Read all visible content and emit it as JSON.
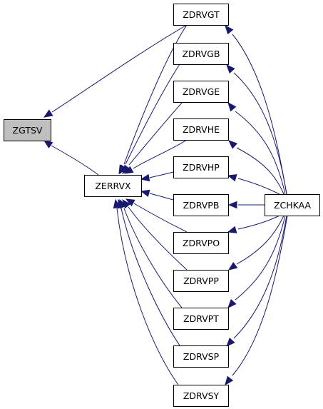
{
  "nodes": [
    {
      "id": "ZGTSV",
      "label": "ZGTSV",
      "highlighted": true
    },
    {
      "id": "ZERRVX",
      "label": "ZERRVX",
      "highlighted": false
    },
    {
      "id": "ZDRVGT",
      "label": "ZDRVGT",
      "highlighted": false
    },
    {
      "id": "ZDRVGB",
      "label": "ZDRVGB",
      "highlighted": false
    },
    {
      "id": "ZDRVGE",
      "label": "ZDRVGE",
      "highlighted": false
    },
    {
      "id": "ZDRVHE",
      "label": "ZDRVHE",
      "highlighted": false
    },
    {
      "id": "ZDRVHP",
      "label": "ZDRVHP",
      "highlighted": false
    },
    {
      "id": "ZDRVPB",
      "label": "ZDRVPB",
      "highlighted": false
    },
    {
      "id": "ZDRVPO",
      "label": "ZDRVPO",
      "highlighted": false
    },
    {
      "id": "ZDRVPP",
      "label": "ZDRVPP",
      "highlighted": false
    },
    {
      "id": "ZDRVPT",
      "label": "ZDRVPT",
      "highlighted": false
    },
    {
      "id": "ZDRVSP",
      "label": "ZDRVSP",
      "highlighted": false
    },
    {
      "id": "ZDRVSY",
      "label": "ZDRVSY",
      "highlighted": false
    },
    {
      "id": "ZCHKAA",
      "label": "ZCHKAA",
      "highlighted": false
    }
  ],
  "edges": [
    {
      "from": "ZDRVGT",
      "to": "ZGTSV"
    },
    {
      "from": "ZERRVX",
      "to": "ZGTSV"
    },
    {
      "from": "ZDRVGT",
      "to": "ZERRVX"
    },
    {
      "from": "ZDRVGB",
      "to": "ZERRVX"
    },
    {
      "from": "ZDRVGE",
      "to": "ZERRVX"
    },
    {
      "from": "ZDRVHE",
      "to": "ZERRVX"
    },
    {
      "from": "ZDRVHP",
      "to": "ZERRVX"
    },
    {
      "from": "ZDRVPB",
      "to": "ZERRVX"
    },
    {
      "from": "ZDRVPO",
      "to": "ZERRVX"
    },
    {
      "from": "ZDRVPP",
      "to": "ZERRVX"
    },
    {
      "from": "ZDRVPT",
      "to": "ZERRVX"
    },
    {
      "from": "ZDRVSP",
      "to": "ZERRVX"
    },
    {
      "from": "ZDRVSY",
      "to": "ZERRVX"
    },
    {
      "from": "ZCHKAA",
      "to": "ZDRVGT"
    },
    {
      "from": "ZCHKAA",
      "to": "ZDRVGB"
    },
    {
      "from": "ZCHKAA",
      "to": "ZDRVGE"
    },
    {
      "from": "ZCHKAA",
      "to": "ZDRVHE"
    },
    {
      "from": "ZCHKAA",
      "to": "ZDRVHP"
    },
    {
      "from": "ZCHKAA",
      "to": "ZDRVPB"
    },
    {
      "from": "ZCHKAA",
      "to": "ZDRVPO"
    },
    {
      "from": "ZCHKAA",
      "to": "ZDRVPP"
    },
    {
      "from": "ZCHKAA",
      "to": "ZDRVPT"
    },
    {
      "from": "ZCHKAA",
      "to": "ZDRVSP"
    },
    {
      "from": "ZCHKAA",
      "to": "ZDRVSY"
    }
  ],
  "colors": {
    "edge": "#191970",
    "highlight_fill": "#bfbfbf",
    "node_border": "#000000",
    "node_fill": "#ffffff"
  }
}
